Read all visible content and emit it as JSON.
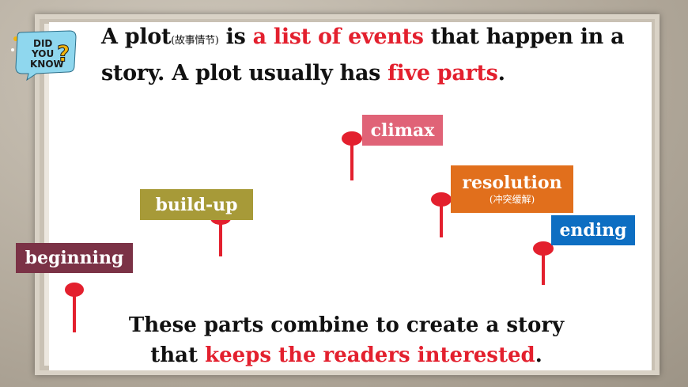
{
  "header": {
    "part1": "A plot",
    "part1_note": "(故事情节)",
    "part2": " is ",
    "highlight1": "a list of events",
    "part3": " that happen in a story.  A plot usually has ",
    "highlight2": "five parts",
    "part4": "."
  },
  "badge": {
    "line1": "DID",
    "line2": "YOU",
    "line3": "KNOW",
    "mark": "?"
  },
  "labels": {
    "beginning": "beginning",
    "buildup": "build-up",
    "climax": "climax",
    "resolution": "resolution",
    "resolution_note": "(冲突缓解)",
    "ending": "ending"
  },
  "colors": {
    "beginning": "#7b3246",
    "buildup": "#a79a38",
    "climax": "#e06377",
    "resolution": "#e16f1c",
    "ending": "#0d6ec2",
    "pin": "#e3202e",
    "highlight": "#e3202e"
  },
  "footer": {
    "line1": "These parts combine to create a story",
    "line2_prefix": "that ",
    "line2_highlight": "keeps the readers interested",
    "line2_suffix": "."
  }
}
